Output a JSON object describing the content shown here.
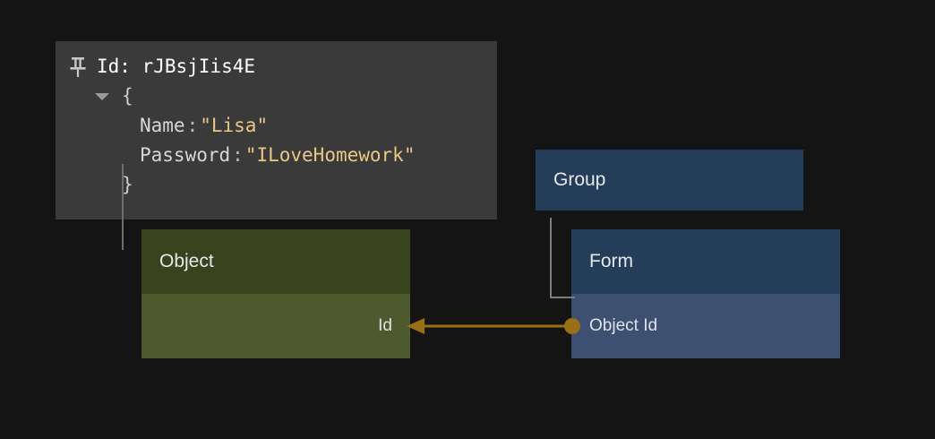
{
  "theme": {
    "background": "#141414",
    "panel_bg": "#3a3a3a",
    "accent_link": "#9a7016",
    "green_header": "#36431d",
    "green_row": "#4c5a2e",
    "blue_header": "#243d58",
    "blue_row": "#3d5071",
    "string_value": "#e9c785"
  },
  "json_panel": {
    "pin_icon": "pin-icon",
    "toggle_icon": "triangle-down-icon",
    "title": "Id: rJBsjIis4E",
    "open_brace": "{",
    "close_brace": "}",
    "properties": [
      {
        "key": "Name",
        "separator": ":",
        "value": "\"Lisa\""
      },
      {
        "key": "Password",
        "separator": ":",
        "value": "\"ILoveHomework\""
      }
    ]
  },
  "nodes": {
    "object": {
      "title": "Object",
      "rows": [
        {
          "label": "Id",
          "align": "right"
        }
      ]
    },
    "group": {
      "title": "Group",
      "rows": []
    },
    "form": {
      "title": "Form",
      "rows": [
        {
          "label": "Object Id",
          "align": "left"
        }
      ]
    }
  },
  "connectors": {
    "group_to_form": "bracket-connector",
    "form_to_object": "reference-arrow"
  }
}
